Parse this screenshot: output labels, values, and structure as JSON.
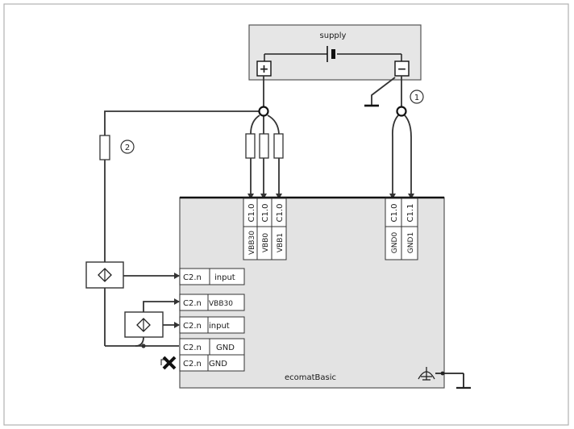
{
  "supply": {
    "label": "supply",
    "plus": "+",
    "minus": "−"
  },
  "callouts": {
    "one": "1",
    "two": "2"
  },
  "module": {
    "name": "ecomatBasic"
  },
  "top_terminals": [
    {
      "pin": "C1.0",
      "name": "VBB30"
    },
    {
      "pin": "C1.0",
      "name": "VBB0"
    },
    {
      "pin": "C1.0",
      "name": "VBB1"
    }
  ],
  "gnd_terminals": [
    {
      "pin": "C1.0",
      "name": "GND0"
    },
    {
      "pin": "C1.1",
      "name": "GND1"
    }
  ],
  "side_terminals": [
    {
      "pin": "C2.n",
      "name": "input"
    },
    {
      "pin": "C2.n",
      "name": "VBB30"
    },
    {
      "pin": "C2.n",
      "name": "input"
    },
    {
      "pin": "C2.n",
      "name": "GND"
    },
    {
      "pin": "C2.n",
      "name": "GND"
    }
  ],
  "icons": {
    "sensor": "diamond-sensor-icon",
    "fuse": "fuse-icon",
    "ground": "ground-icon",
    "chassis_ground": "chassis-ground-icon",
    "disconnect": "x-mark-icon",
    "battery": "battery-icon"
  }
}
